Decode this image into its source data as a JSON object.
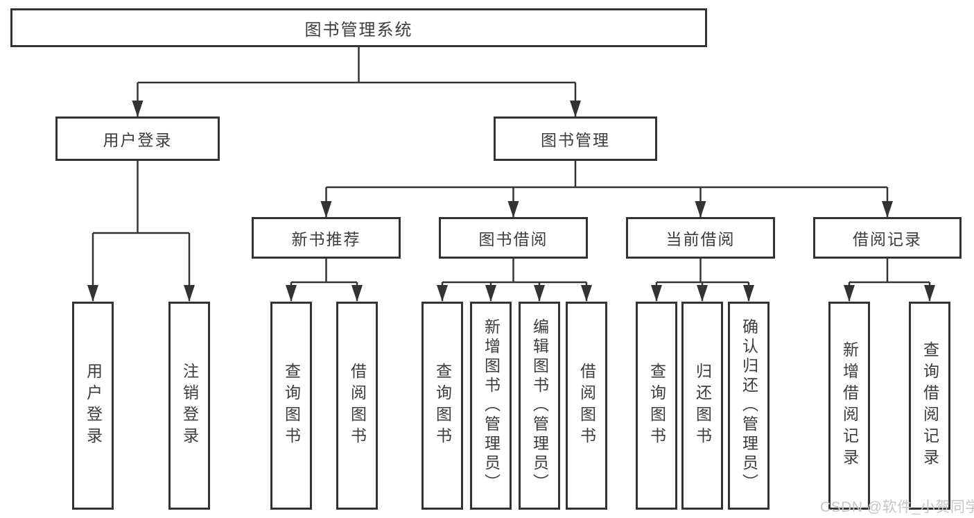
{
  "diagram": {
    "type": "hierarchy-tree",
    "root": {
      "label": "图书管理系统"
    },
    "l2": [
      {
        "label": "用户登录",
        "parent": "图书管理系统"
      },
      {
        "label": "图书管理",
        "parent": "图书管理系统"
      }
    ],
    "l3": [
      {
        "label": "新书推荐",
        "parent": "图书管理"
      },
      {
        "label": "图书借阅",
        "parent": "图书管理"
      },
      {
        "label": "当前借阅",
        "parent": "图书管理"
      },
      {
        "label": "借阅记录",
        "parent": "图书管理"
      }
    ],
    "l4": [
      {
        "label": "用户登录",
        "parent": "用户登录"
      },
      {
        "label": "注销登录",
        "parent": "用户登录"
      },
      {
        "label": "查询图书",
        "parent": "新书推荐"
      },
      {
        "label": "借阅图书",
        "parent": "新书推荐"
      },
      {
        "label": "查询图书",
        "parent": "图书借阅"
      },
      {
        "label": "新增图书（管理员）",
        "parent": "图书借阅"
      },
      {
        "label": "编辑图书（管理员）",
        "parent": "图书借阅"
      },
      {
        "label": "借阅图书",
        "parent": "图书借阅"
      },
      {
        "label": "查询图书",
        "parent": "当前借阅"
      },
      {
        "label": "归还图书",
        "parent": "当前借阅"
      },
      {
        "label": "确认归还（管理员）",
        "parent": "当前借阅"
      },
      {
        "label": "新增借阅记录",
        "parent": "借阅记录"
      },
      {
        "label": "查询借阅记录",
        "parent": "借阅记录"
      }
    ]
  },
  "watermark": "CSDN @软件_小贺同学",
  "colors": {
    "line": "#333333",
    "text": "#3c3c3c",
    "bg": "#ffffff",
    "watermark": "#c6c6c6"
  }
}
